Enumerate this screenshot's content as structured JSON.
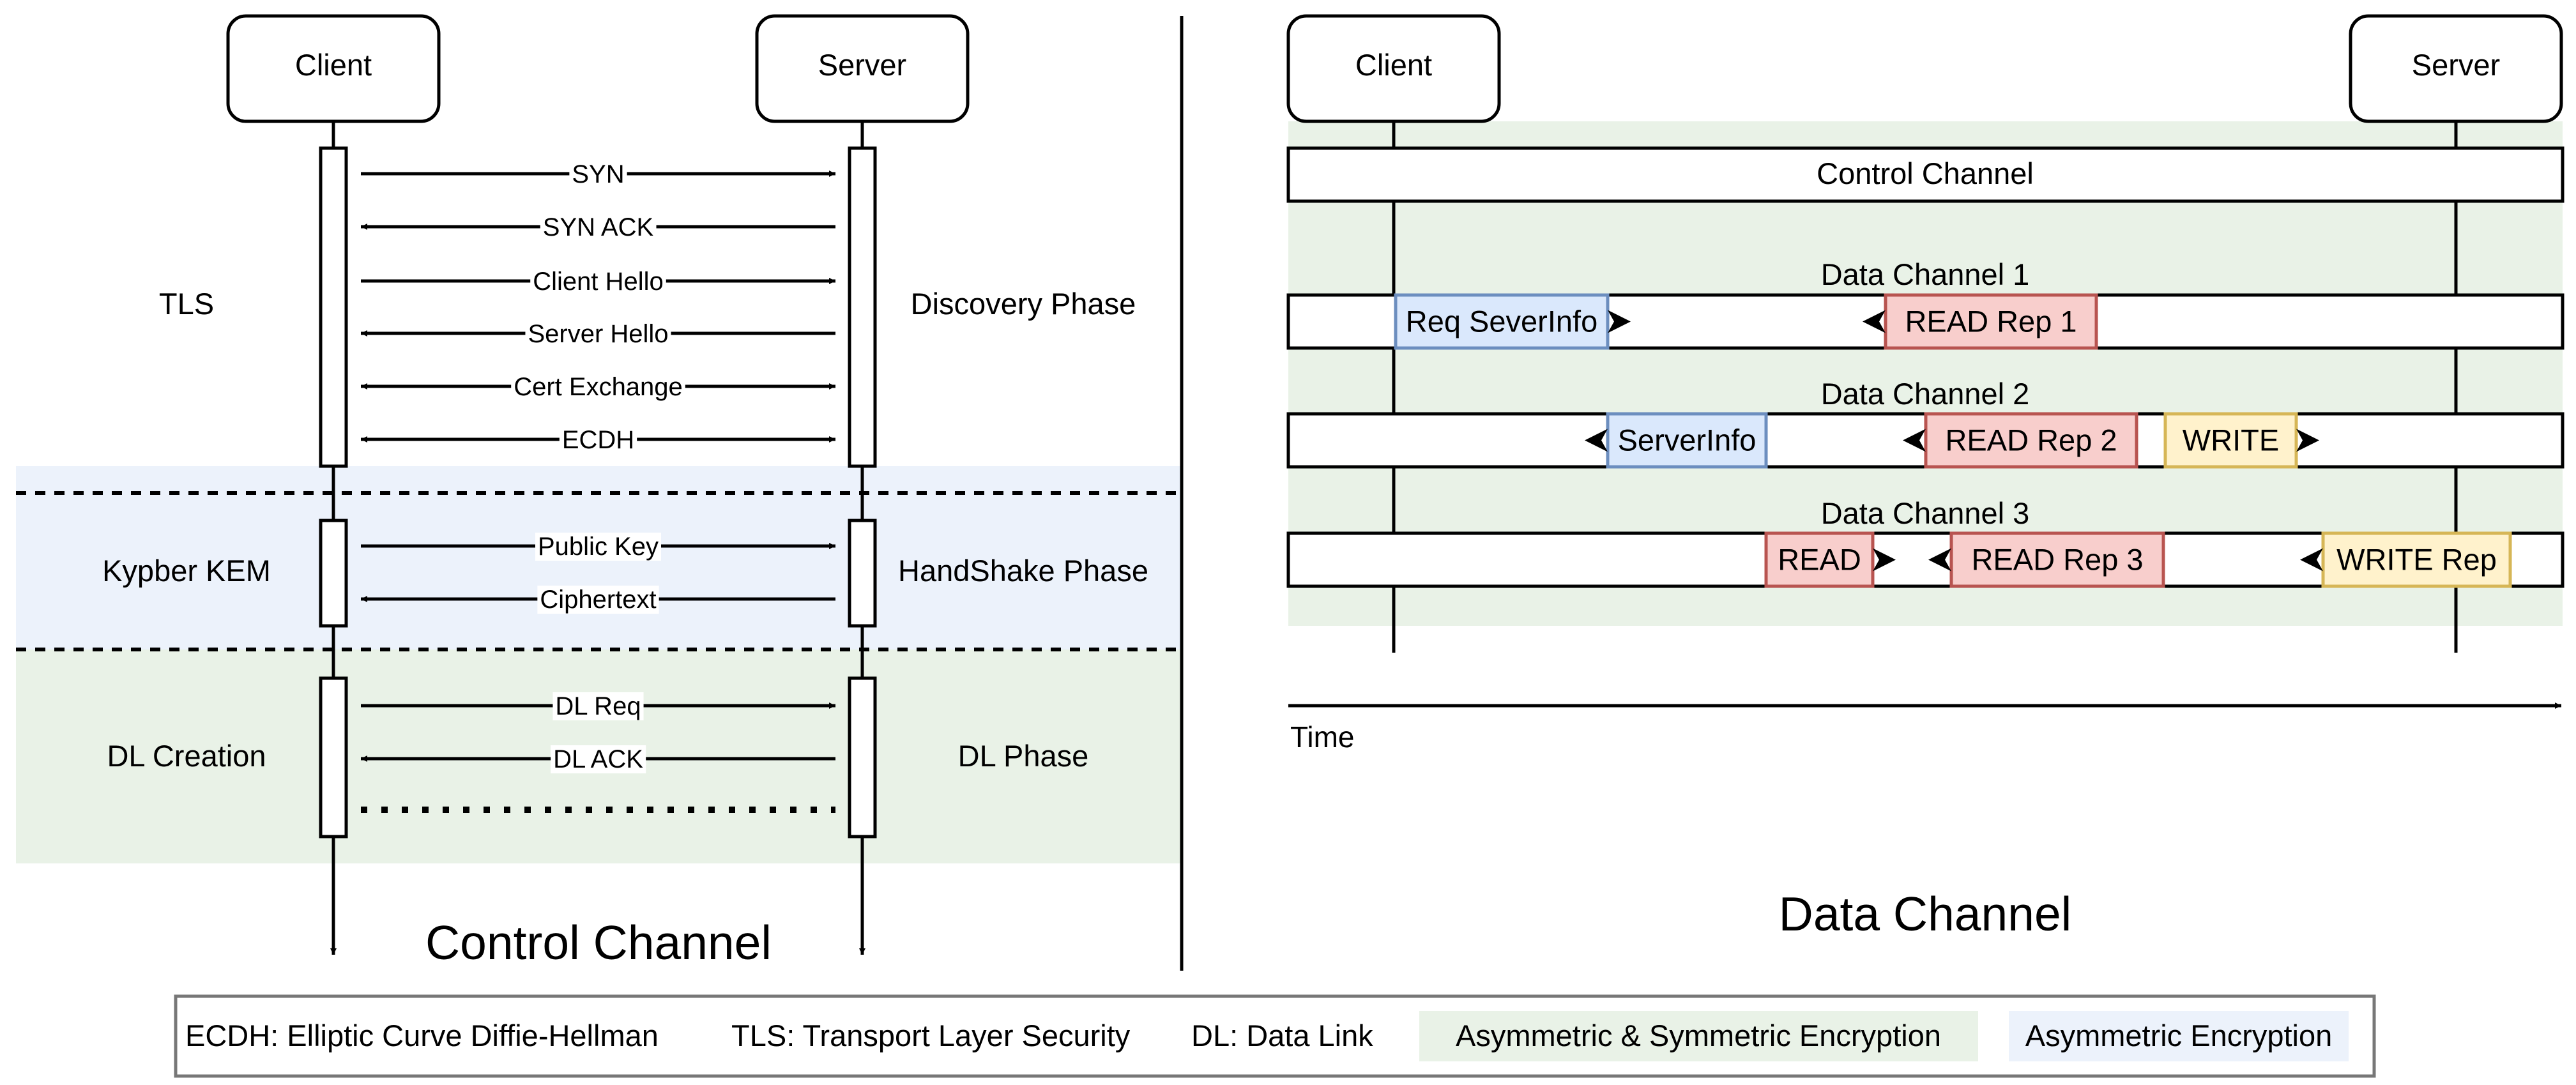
{
  "colors": {
    "asym_sym_band": "#e9f2e7",
    "asym_band": "#ecf2fb",
    "blue_box_fill": "#dae8fc",
    "blue_box_stroke": "#6c8ebf",
    "red_box_fill": "#f8cecc",
    "red_box_stroke": "#b85450",
    "yellow_box_fill": "#fff2cc",
    "yellow_box_stroke": "#d6b656"
  },
  "control": {
    "title": "Control Channel",
    "client_label": "Client",
    "server_label": "Server",
    "phases": {
      "tls": "TLS",
      "discovery": "Discovery Phase",
      "kyber": "Kypber KEM",
      "handshake": "HandShake Phase",
      "dl_creation": "DL Creation",
      "dl_phase": "DL Phase"
    },
    "messages": [
      {
        "label": "SYN",
        "dir": "right"
      },
      {
        "label": "SYN ACK",
        "dir": "left"
      },
      {
        "label": "Client Hello",
        "dir": "right"
      },
      {
        "label": "Server Hello",
        "dir": "left"
      },
      {
        "label": "Cert Exchange",
        "dir": "both"
      },
      {
        "label": "ECDH",
        "dir": "both"
      },
      {
        "label": "Public Key",
        "dir": "right"
      },
      {
        "label": "Ciphertext",
        "dir": "left"
      },
      {
        "label": "DL Req",
        "dir": "right"
      },
      {
        "label": "DL ACK",
        "dir": "left"
      }
    ]
  },
  "data_panel": {
    "title": "Data Channel",
    "client_label": "Client",
    "server_label": "Server",
    "control_bar": "Control Channel",
    "time_label": "Time",
    "channels": [
      {
        "name": "Data Channel 1",
        "boxes": [
          {
            "label": "Req SeverInfo",
            "color": "blue",
            "arrow": "right"
          },
          {
            "label": "READ Rep 1",
            "color": "red",
            "arrow": "left"
          }
        ]
      },
      {
        "name": "Data Channel 2",
        "boxes": [
          {
            "label": "ServerInfo",
            "color": "blue",
            "arrow": "left"
          },
          {
            "label": "READ Rep 2",
            "color": "red",
            "arrow": "left"
          },
          {
            "label": "WRITE",
            "color": "yellow",
            "arrow": "right"
          }
        ]
      },
      {
        "name": "Data Channel 3",
        "boxes": [
          {
            "label": "READ",
            "color": "red",
            "arrow": "right"
          },
          {
            "label": "READ Rep 3",
            "color": "red",
            "arrow": "left"
          },
          {
            "label": "WRITE Rep",
            "color": "yellow",
            "arrow": "left"
          }
        ]
      }
    ]
  },
  "legend": {
    "ecdh": "ECDH: Elliptic Curve Diffie-Hellman",
    "tls": "TLS: Transport Layer Security",
    "dl": "DL: Data Link",
    "asym_sym": "Asymmetric & Symmetric Encryption",
    "asym": "Asymmetric Encryption"
  }
}
